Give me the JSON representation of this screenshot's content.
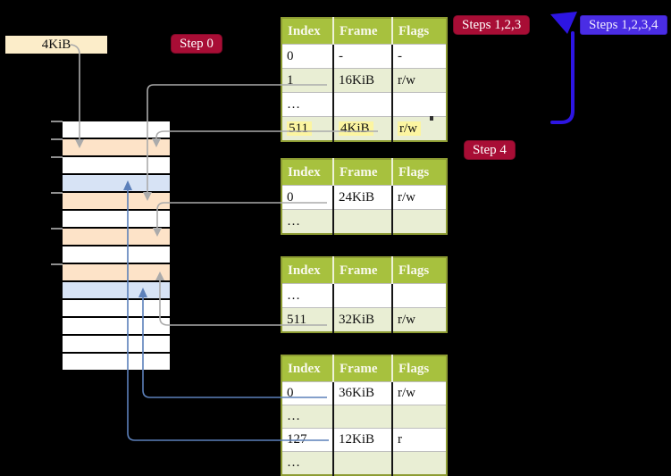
{
  "colors": {
    "background": "#000000",
    "table_header": "#a7c13e",
    "table_border": "#8d9c33",
    "row_shade": "#e9eed4",
    "highlight": "#fcf5a1",
    "frame_label_bg": "#fcedc9",
    "pagetable_frame": "#fde3c8",
    "mapped_frame": "#d7e3f5",
    "free_frame": "#ffffff",
    "red_badge": "#a80d35",
    "blue_badge": "#4a2de4",
    "gray_arrow": "#ababab",
    "steel_arrow": "#5c80ba",
    "loop_arrow": "#2d15e2"
  },
  "labels": {
    "frame_pointer": "4KiB",
    "step0": "Step 0",
    "steps123": "Steps 1,2,3",
    "steps1234": "Steps 1,2,3,4",
    "step4": "Step 4"
  },
  "memory": {
    "rows": [
      {
        "kind": "free"
      },
      {
        "kind": "pagetable"
      },
      {
        "kind": "free"
      },
      {
        "kind": "mapped"
      },
      {
        "kind": "pagetable"
      },
      {
        "kind": "free"
      },
      {
        "kind": "pagetable"
      },
      {
        "kind": "free"
      },
      {
        "kind": "pagetable"
      },
      {
        "kind": "mapped"
      },
      {
        "kind": "free"
      },
      {
        "kind": "free"
      },
      {
        "kind": "free"
      },
      {
        "kind": "free"
      }
    ]
  },
  "tables": [
    {
      "name": "level-4-page-table",
      "headers": [
        "Index",
        "Frame",
        "Flags"
      ],
      "rows": [
        {
          "cells": [
            "0",
            "-",
            "-"
          ],
          "shade": false,
          "highlight": false
        },
        {
          "cells": [
            "1",
            "16KiB",
            "r/w"
          ],
          "shade": true,
          "highlight": false
        },
        {
          "cells": [
            "…",
            "",
            ""
          ],
          "shade": false,
          "highlight": false
        },
        {
          "cells": [
            "511",
            "4KiB",
            "r/w"
          ],
          "shade": true,
          "highlight": true
        }
      ]
    },
    {
      "name": "level-3-page-table",
      "headers": [
        "Index",
        "Frame",
        "Flags"
      ],
      "rows": [
        {
          "cells": [
            "0",
            "24KiB",
            "r/w"
          ],
          "shade": false,
          "highlight": false
        },
        {
          "cells": [
            "…",
            "",
            ""
          ],
          "shade": true,
          "highlight": false
        }
      ]
    },
    {
      "name": "level-2-page-table",
      "headers": [
        "Index",
        "Frame",
        "Flags"
      ],
      "rows": [
        {
          "cells": [
            "…",
            "",
            ""
          ],
          "shade": false,
          "highlight": false
        },
        {
          "cells": [
            "511",
            "32KiB",
            "r/w"
          ],
          "shade": true,
          "highlight": false
        }
      ]
    },
    {
      "name": "level-1-page-table",
      "headers": [
        "Index",
        "Frame",
        "Flags"
      ],
      "rows": [
        {
          "cells": [
            "0",
            "36KiB",
            "r/w"
          ],
          "shade": false,
          "highlight": false
        },
        {
          "cells": [
            "…",
            "",
            ""
          ],
          "shade": true,
          "highlight": false
        },
        {
          "cells": [
            "127",
            "12KiB",
            "r"
          ],
          "shade": false,
          "highlight": false
        },
        {
          "cells": [
            "…",
            "",
            ""
          ],
          "shade": true,
          "highlight": false
        }
      ]
    }
  ],
  "connections": [
    {
      "from": "4KiB pointer label",
      "to": "frame at 4KiB",
      "color": "gray"
    },
    {
      "from": "table1 entry 1 (16KiB)",
      "to": "frame at 16KiB",
      "color": "gray"
    },
    {
      "from": "table1 entry 511 (4KiB)",
      "to": "frame at 4KiB",
      "color": "gray"
    },
    {
      "from": "table2 entry 0 (24KiB)",
      "to": "frame at 24KiB",
      "color": "gray"
    },
    {
      "from": "table3 entry 511 (32KiB)",
      "to": "frame at 32KiB",
      "color": "gray"
    },
    {
      "from": "table4 entry 0 (36KiB)",
      "to": "frame at 36KiB",
      "color": "steel-blue"
    },
    {
      "from": "table4 entry 127 (12KiB)",
      "to": "frame at 12KiB",
      "color": "steel-blue"
    },
    {
      "from": "recursive entry 511 row",
      "to": "top of level-4 table",
      "color": "blue-loop"
    }
  ]
}
